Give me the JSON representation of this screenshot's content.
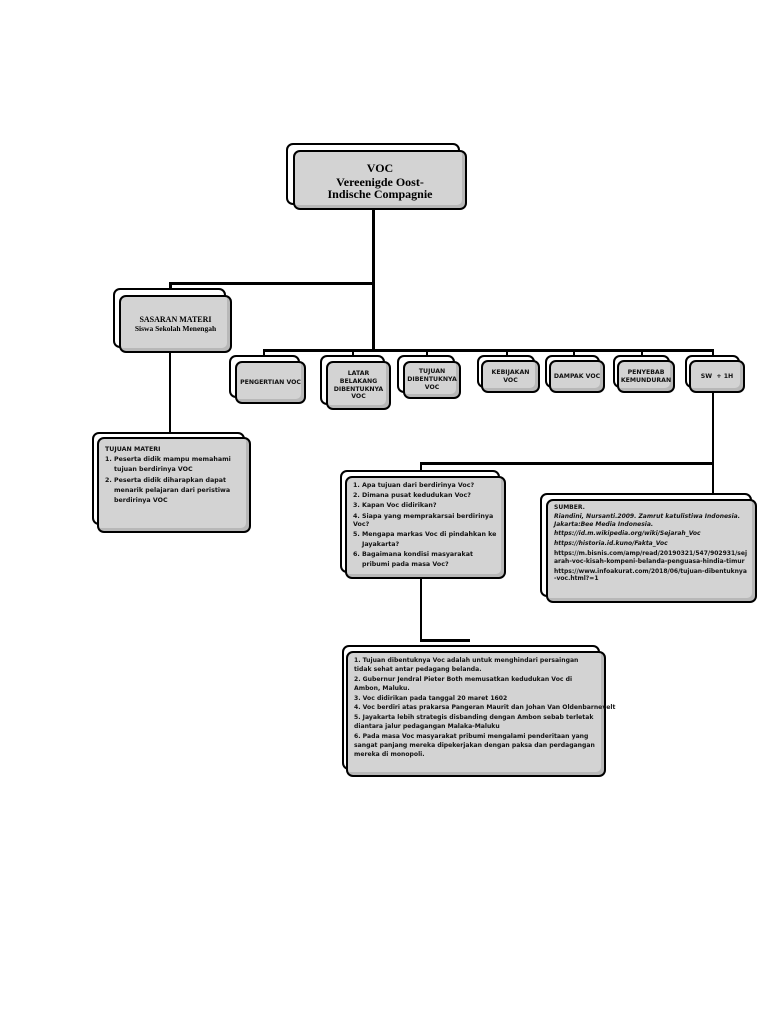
{
  "root": {
    "title": "VOC",
    "subtitle": "Vereenigde Oost-Indische Compagnie"
  },
  "sasaran": {
    "title": "SASARAN MATERI",
    "subtitle": "Siswa Sekolah Menengah"
  },
  "topics": [
    "PENGERTIAN VOC",
    "LATAR BELAKANG DIBENTUKNYA VOC",
    "TUJUAN DIBENTUKNYA VOC",
    "KEBIJAKAN VOC",
    "DAMPAK VOC",
    "PENYEBAB KEMUNDURAN",
    "SW  + 1H"
  ],
  "tujuan_materi": {
    "heading": "TUJUAN MATERI",
    "items": [
      "1. Peserta didik mampu memahami",
      "tujuan berdirinya VOC",
      "2. Peserta didik diharapkan dapat",
      "menarik pelajaran dari peristiwa",
      "berdirinya VOC"
    ]
  },
  "questions": [
    "1. Apa tujuan dari berdirinya Voc?",
    "2. Dimana pusat kedudukan Voc?",
    "3. Kapan Voc didirikan?",
    "4. Siapa  yang memprakarsai berdirinya Voc?",
    "5. Mengapa markas Voc di pindahkan ke",
    "Jayakarta?",
    "6. Bagaimana kondisi masyarakat",
    "pribumi pada masa Voc?"
  ],
  "sumber": {
    "heading": "SUMBER.",
    "items": [
      "Riandini,  Nursanti.2009. Zamrut katulistiwa Indonesia. Jakarta:Bee Media Indonesia.",
      "https://id.m.wikipedia.org/wiki/Sejarah_Voc",
      "https://historia.id.kuno/Fakta_Voc",
      "https://m.bisnis.com/amp/read/20190321/547/902931/sejarah-voc-kisah-kompeni-belanda-penguasa-hindia-timur",
      "https://www.infoakurat.com/2018/06/tujuan-dibentuknya-voc.html?=1"
    ]
  },
  "answers": [
    "1. Tujuan dibentuknya Voc adalah untuk menghindari persaingan tidak sehat antar pedagang belanda.",
    "2. Gubernur Jendral Pieter Both memusatkan kedudukan Voc di Ambon, Maluku.",
    "3. Voc didirikan pada tanggal 20 maret 1602",
    "4. Voc berdiri atas prakarsa Pangeran Maurit dan Johan Van Oldenbarnevelt",
    "5. Jayakarta lebih strategis disbanding dengan Ambon sebab terletak diantara jalur pedagangan Malaka-Maluku",
    "6. Pada masa Voc masyarakat pribumi mengalami penderitaan yang sangat panjang mereka dipekerjakan dengan paksa dan perdagangan mereka di monopoli."
  ]
}
